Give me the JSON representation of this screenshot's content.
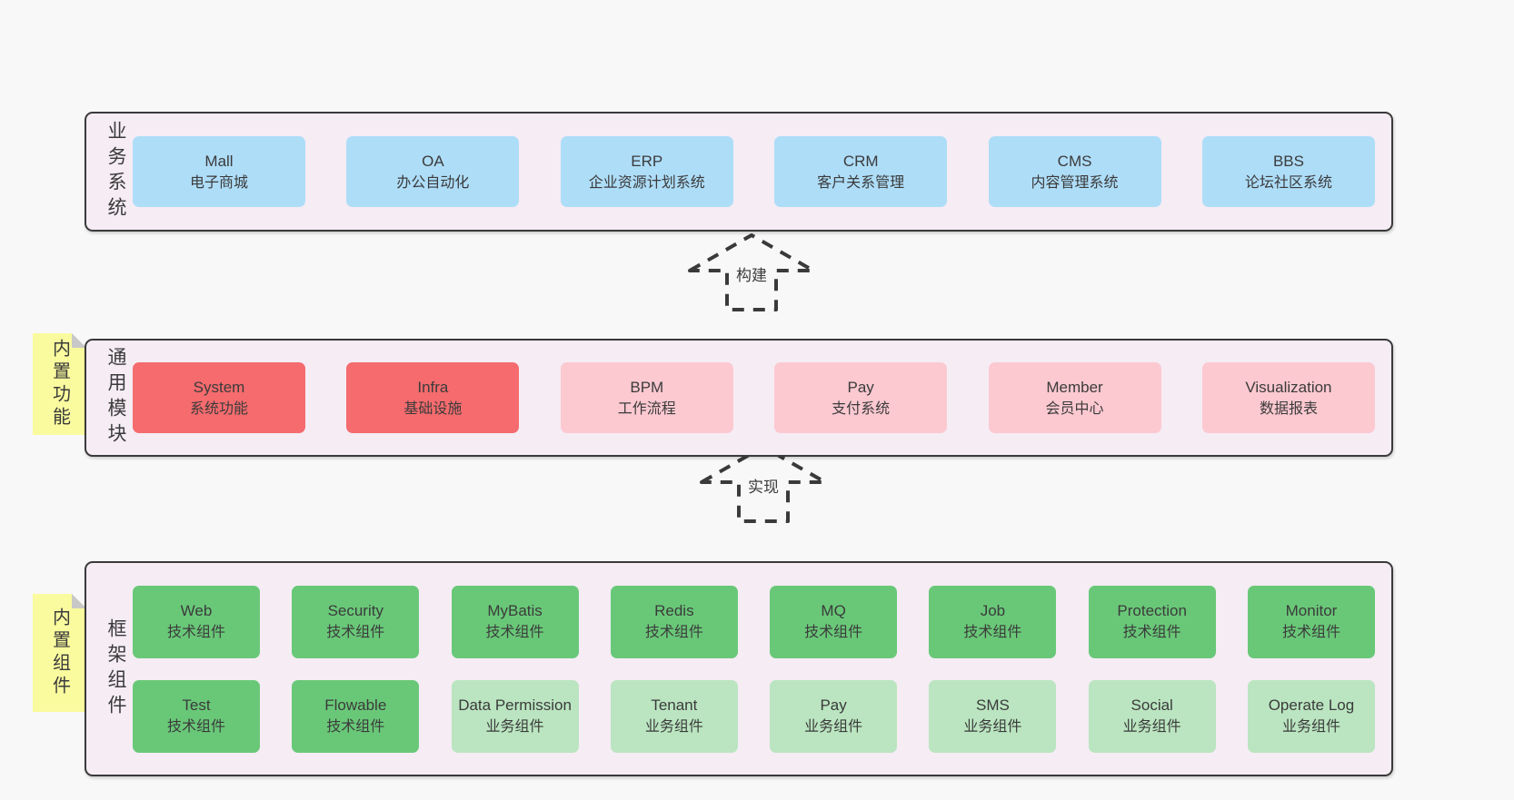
{
  "colors": {
    "pageBg": "#f8f8f8",
    "layerBg": "#f5ecf4",
    "layerBorder": "#3a3a3a",
    "blue": "#aeddf8",
    "red": "#f56b6e",
    "pink": "#fcc9d1",
    "green": "#69c878",
    "lightGreen": "#bae5c0",
    "sticky": "#fafb9e",
    "stickyFold": "#c8c8c8",
    "text": "#3b3b3b"
  },
  "arrows": [
    {
      "label": "构建"
    },
    {
      "label": "实现"
    }
  ],
  "layers": [
    {
      "label": "业务系统",
      "rows": [
        [
          {
            "title": "Mall",
            "subtitle": "电子商城",
            "color": "blue"
          },
          {
            "title": "OA",
            "subtitle": "办公自动化",
            "color": "blue"
          },
          {
            "title": "ERP",
            "subtitle": "企业资源计划系统",
            "color": "blue"
          },
          {
            "title": "CRM",
            "subtitle": "客户关系管理",
            "color": "blue"
          },
          {
            "title": "CMS",
            "subtitle": "内容管理系统",
            "color": "blue"
          },
          {
            "title": "BBS",
            "subtitle": "论坛社区系统",
            "color": "blue"
          }
        ]
      ]
    },
    {
      "label": "通用模块",
      "note": "内置功能",
      "rows": [
        [
          {
            "title": "System",
            "subtitle": "系统功能",
            "color": "red"
          },
          {
            "title": "Infra",
            "subtitle": "基础设施",
            "color": "red"
          },
          {
            "title": "BPM",
            "subtitle": "工作流程",
            "color": "pink"
          },
          {
            "title": "Pay",
            "subtitle": "支付系统",
            "color": "pink"
          },
          {
            "title": "Member",
            "subtitle": "会员中心",
            "color": "pink"
          },
          {
            "title": "Visualization",
            "subtitle": "数据报表",
            "color": "pink"
          }
        ]
      ]
    },
    {
      "label": "框架组件",
      "note": "内置组件",
      "rows": [
        [
          {
            "title": "Web",
            "subtitle": "技术组件",
            "color": "green"
          },
          {
            "title": "Security",
            "subtitle": "技术组件",
            "color": "green"
          },
          {
            "title": "MyBatis",
            "subtitle": "技术组件",
            "color": "green"
          },
          {
            "title": "Redis",
            "subtitle": "技术组件",
            "color": "green"
          },
          {
            "title": "MQ",
            "subtitle": "技术组件",
            "color": "green"
          },
          {
            "title": "Job",
            "subtitle": "技术组件",
            "color": "green"
          },
          {
            "title": "Protection",
            "subtitle": "技术组件",
            "color": "green"
          },
          {
            "title": "Monitor",
            "subtitle": "技术组件",
            "color": "green"
          }
        ],
        [
          {
            "title": "Test",
            "subtitle": "技术组件",
            "color": "green"
          },
          {
            "title": "Flowable",
            "subtitle": "技术组件",
            "color": "green"
          },
          {
            "title": "Data Permission",
            "subtitle": "业务组件",
            "color": "lightGreen"
          },
          {
            "title": "Tenant",
            "subtitle": "业务组件",
            "color": "lightGreen"
          },
          {
            "title": "Pay",
            "subtitle": "业务组件",
            "color": "lightGreen"
          },
          {
            "title": "SMS",
            "subtitle": "业务组件",
            "color": "lightGreen"
          },
          {
            "title": "Social",
            "subtitle": "业务组件",
            "color": "lightGreen"
          },
          {
            "title": "Operate Log",
            "subtitle": "业务组件",
            "color": "lightGreen"
          }
        ]
      ]
    }
  ]
}
